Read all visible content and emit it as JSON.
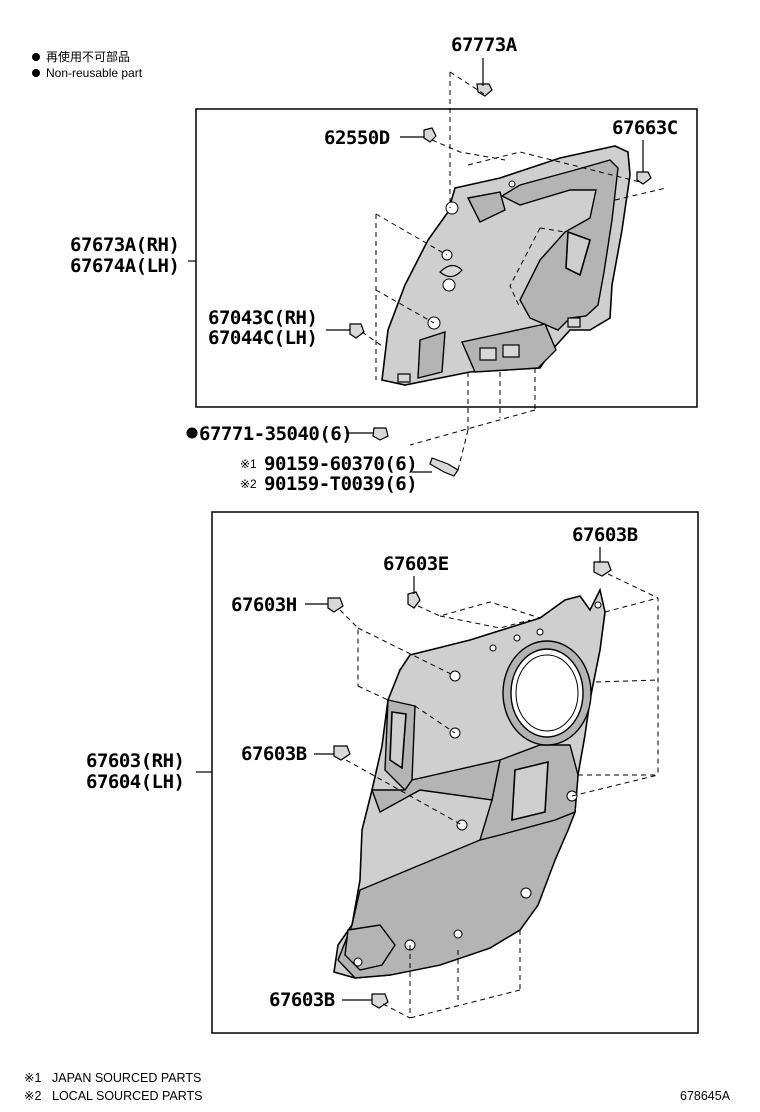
{
  "legend": {
    "non_reusable_jp": "再使用不可部品",
    "non_reusable_en": "Non-reusable part",
    "bullet": "●"
  },
  "upper_group": {
    "part_67773A": "67773A",
    "part_62550D": "62550D",
    "part_67663C": "67663C",
    "part_67673A": "67673A(RH)",
    "part_67674A": "67674A(LH)",
    "part_67043C": "67043C(RH)",
    "part_67044C": "67044C(LH)",
    "part_67771": "67771-35040(6)",
    "part_90159_1_mark": "※1",
    "part_90159_1": "90159-60370(6)",
    "part_90159_2_mark": "※2",
    "part_90159_2": "90159-T0039(6)"
  },
  "lower_group": {
    "part_67603B_top": "67603B",
    "part_67603E": "67603E",
    "part_67603H": "67603H",
    "part_67603": "67603(RH)",
    "part_67604": "67604(LH)",
    "part_67603B_mid": "67603B",
    "part_67603B_bottom": "67603B"
  },
  "footer": {
    "note1_mark": "※1",
    "note1": "JAPAN SOURCED PARTS",
    "note2_mark": "※2",
    "note2": "LOCAL SOURCED PARTS",
    "illustration_id": "678645A"
  }
}
